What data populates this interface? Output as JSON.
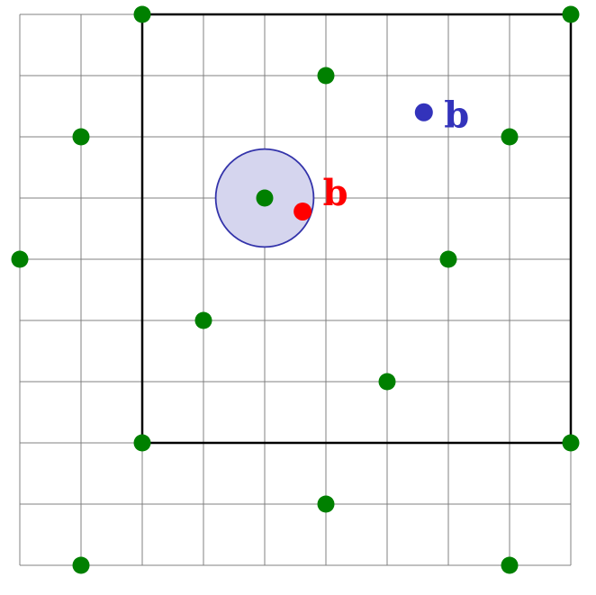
{
  "diagram": {
    "grid": {
      "columns": 9,
      "rows": 9,
      "line_color": "#808080"
    },
    "square": {
      "corners": [
        [
          2,
          0
        ],
        [
          9,
          0
        ],
        [
          9,
          7
        ],
        [
          2,
          7
        ]
      ],
      "color": "#000000"
    },
    "points": [
      {
        "x": 2,
        "y": 0
      },
      {
        "x": 9,
        "y": 0
      },
      {
        "x": 5,
        "y": 1
      },
      {
        "x": 1,
        "y": 2
      },
      {
        "x": 8,
        "y": 2
      },
      {
        "x": 4,
        "y": 3
      },
      {
        "x": 0,
        "y": 4
      },
      {
        "x": 7,
        "y": 4
      },
      {
        "x": 3,
        "y": 5
      },
      {
        "x": 6,
        "y": 6
      },
      {
        "x": 2,
        "y": 7
      },
      {
        "x": 9,
        "y": 7
      },
      {
        "x": 5,
        "y": 8
      },
      {
        "x": 1,
        "y": 9
      },
      {
        "x": 8,
        "y": 9
      }
    ],
    "point_color": "#008000",
    "neighborhood": {
      "center": {
        "x": 4,
        "y": 3
      },
      "radius": 0.8,
      "fill_color": "#d5d5ee",
      "stroke_color": "#3333aa"
    },
    "markers": [
      {
        "id": "red",
        "x": 4.62,
        "y": 3.22,
        "color": "#ff0000",
        "label": "b",
        "label_dx": 0.33,
        "label_dy": -0.25
      },
      {
        "id": "blue",
        "x": 6.6,
        "y": 1.6,
        "color": "#3333bb",
        "label": "b",
        "label_dx": 0.33,
        "label_dy": 0.1
      }
    ]
  }
}
